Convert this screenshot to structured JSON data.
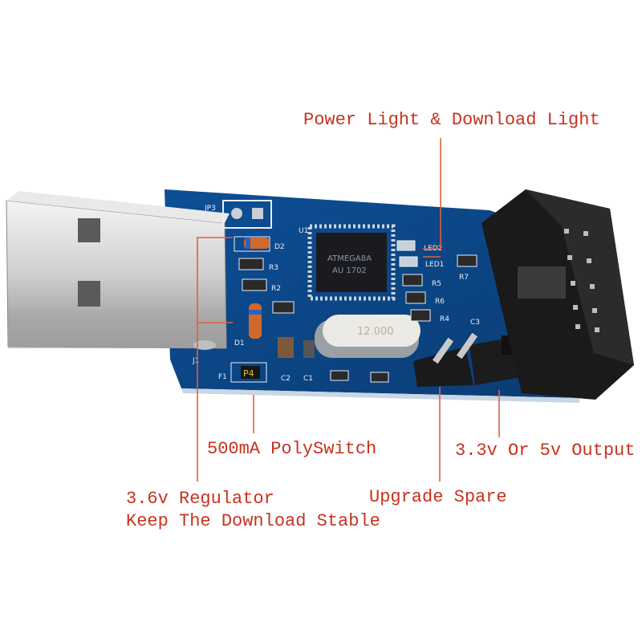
{
  "annotations": {
    "led": "Power Light & Download Light",
    "polyswitch": "500mA PolySwitch",
    "output": "3.3v Or 5v Output",
    "upgrade": "Upgrade Spare",
    "regulator_line1": "3.6v Regulator",
    "regulator_line2": "Keep The Download Stable"
  },
  "board": {
    "chip_line1": "ATMEGA8A",
    "chip_line2": "AU 1702",
    "crystal": "12.000",
    "silk": {
      "jp3": "JP3",
      "u1": "U1",
      "d2": "D2",
      "r3": "R3",
      "r2": "R2",
      "d1": "D1",
      "j1": "J1",
      "f1": "F1",
      "c2": "C2",
      "c1": "C1",
      "led2": "LED2",
      "led1": "LED1",
      "r5": "R5",
      "r6": "R6",
      "r4": "R4",
      "r7": "R7",
      "c3": "C3"
    },
    "fuse_marking": "P4"
  },
  "colors": {
    "annotation": "#c8321e",
    "pcb": "#0d4a8c",
    "callout": "#e0603a"
  }
}
